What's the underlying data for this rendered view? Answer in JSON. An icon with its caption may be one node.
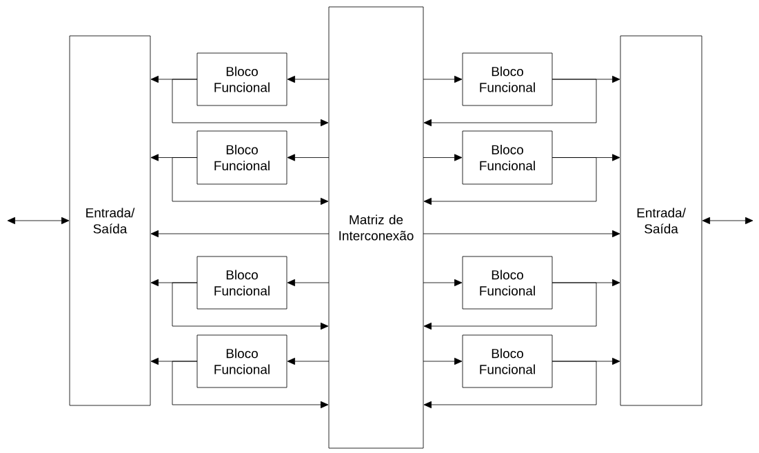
{
  "diagram": {
    "nodes": [
      {
        "text": [
          "Entrada/ Saída"
        ]
      },
      {
        "text": [
          "Bloco Funcional"
        ]
      },
      {
        "text": [
          "Bloco Funcional"
        ]
      },
      {
        "text": [
          "Bloco Funcional"
        ]
      },
      {
        "text": [
          "Bloco Funcional"
        ]
      },
      {
        "text": [
          "Matriz de Interconexão"
        ]
      },
      {
        "text": [
          "Bloco Funcional"
        ]
      },
      {
        "text": [
          "Bloco Funcional"
        ]
      },
      {
        "text": [
          "Bloco Funcional"
        ]
      },
      {
        "text": [
          "Bloco Funcional"
        ]
      },
      {
        "text": [
          "Entrada/ Saída"
        ]
      }
    ],
    "edges": [
      {
        "from": 5,
        "to": 1,
        "arrow": "to"
      },
      {
        "from": 1,
        "to": 0,
        "arrow": "to"
      },
      {
        "from": 1,
        "to": 5,
        "arrow": "to"
      },
      {
        "from": 5,
        "to": 2,
        "arrow": "to"
      },
      {
        "from": 2,
        "to": 0,
        "arrow": "to"
      },
      {
        "from": 2,
        "to": 5,
        "arrow": "to"
      },
      {
        "from": 5,
        "to": 3,
        "arrow": "to"
      },
      {
        "from": 3,
        "to": 0,
        "arrow": "to"
      },
      {
        "from": 3,
        "to": 5,
        "arrow": "to"
      },
      {
        "from": 5,
        "to": 4,
        "arrow": "to"
      },
      {
        "from": 4,
        "to": 0,
        "arrow": "to"
      },
      {
        "from": 4,
        "to": 5,
        "arrow": "to"
      },
      {
        "from": 5,
        "to": 6,
        "arrow": "to"
      },
      {
        "from": 6,
        "to": 10,
        "arrow": "to"
      },
      {
        "from": 6,
        "to": 5,
        "arrow": "to"
      },
      {
        "from": 5,
        "to": 7,
        "arrow": "to"
      },
      {
        "from": 7,
        "to": 10,
        "arrow": "to"
      },
      {
        "from": 7,
        "to": 5,
        "arrow": "to"
      },
      {
        "from": 5,
        "to": 8,
        "arrow": "to"
      },
      {
        "from": 8,
        "to": 10,
        "arrow": "to"
      },
      {
        "from": 8,
        "to": 5,
        "arrow": "to"
      },
      {
        "from": 5,
        "to": 9,
        "arrow": "to"
      },
      {
        "from": 9,
        "to": 10,
        "arrow": "to"
      },
      {
        "from": 9,
        "to": 5,
        "arrow": "to"
      },
      {
        "from": 5,
        "to": 0,
        "arrow": "to"
      },
      {
        "from": 5,
        "to": 10,
        "arrow": "to"
      },
      {
        "from": null,
        "to": 0,
        "arrow": "both"
      },
      {
        "from": 10,
        "to": null,
        "arrow": "both"
      }
    ]
  }
}
